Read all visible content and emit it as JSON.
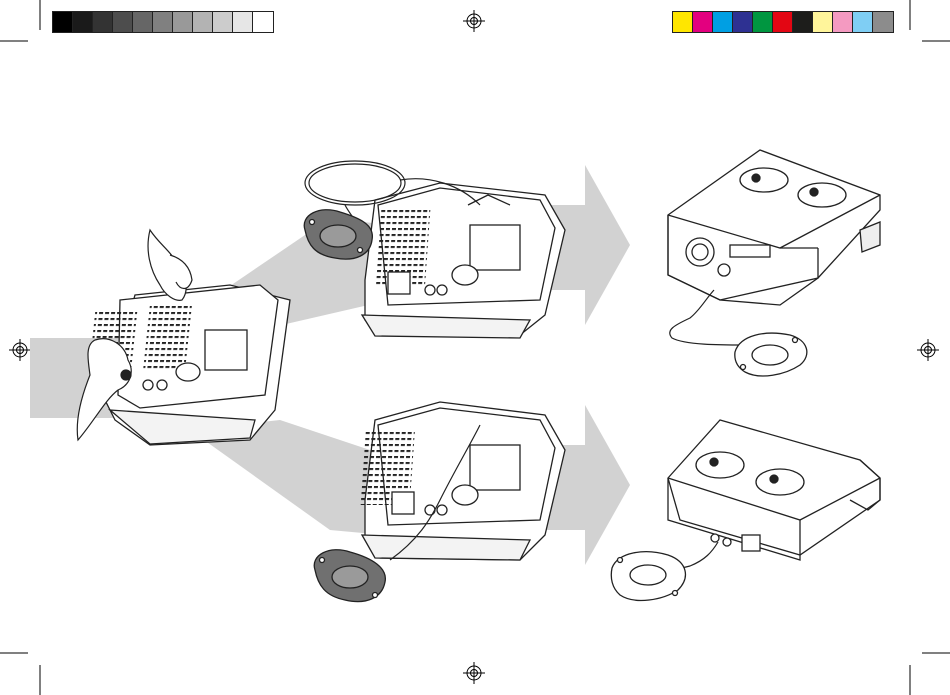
{
  "print_marks": {
    "grayscale_bar": [
      "#000000",
      "#1a1a1a",
      "#333333",
      "#4d4d4d",
      "#666666",
      "#808080",
      "#999999",
      "#b3b3b3",
      "#cccccc",
      "#e6e6e6",
      "#ffffff"
    ],
    "color_bar": [
      "#ffe600",
      "#e3007f",
      "#009fe3",
      "#2e3192",
      "#009640",
      "#e30613",
      "#1d1d1b",
      "#fff59b",
      "#f49ac1",
      "#7fcef4",
      "#8c8c8c"
    ],
    "registration_icon": "registration-crosshair-icon"
  },
  "illustration": {
    "arrow_color": "#d2d2d2",
    "device_line_color": "#222222",
    "pad_fill": "#707070",
    "steps": [
      "hand-inserting-connector",
      "cable-routed-up",
      "cable-routed-down"
    ],
    "results": [
      "device-front-with-footswitch",
      "device-back-with-footswitch"
    ]
  }
}
